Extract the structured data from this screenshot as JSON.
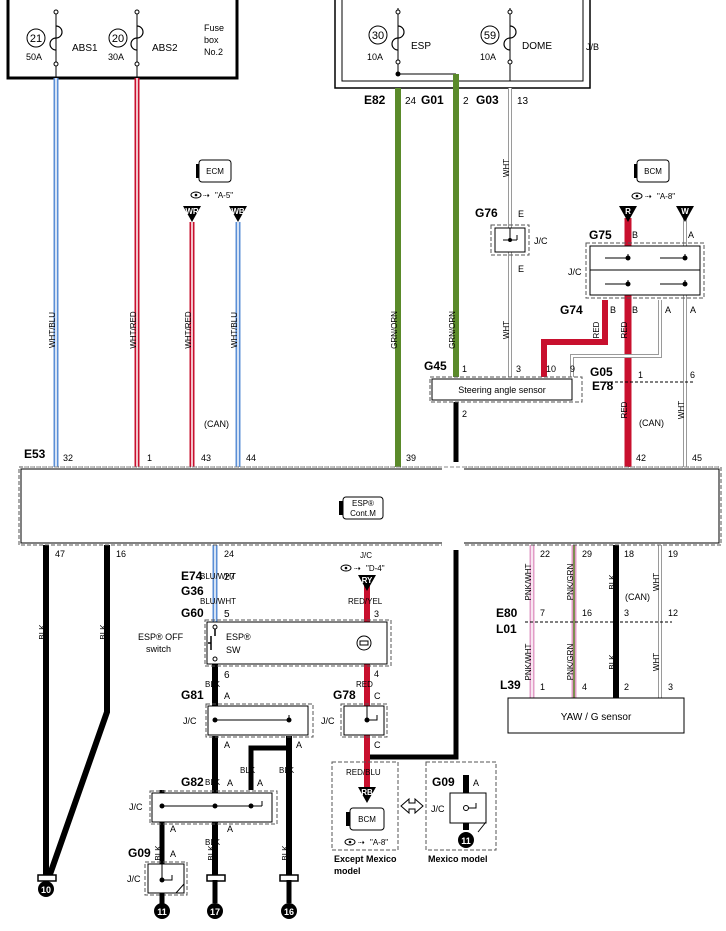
{
  "fuse_box_no2": {
    "label_lines": [
      "Fuse",
      "box",
      "No.2"
    ],
    "fuses": [
      {
        "num": "21",
        "amp": "50A",
        "name": "ABS1"
      },
      {
        "num": "20",
        "amp": "30A",
        "name": "ABS2"
      }
    ]
  },
  "jb": {
    "label": "J/B",
    "fuses": [
      {
        "num": "30",
        "amp": "10A",
        "name": "ESP"
      },
      {
        "num": "59",
        "amp": "10A",
        "name": "DOME"
      }
    ]
  },
  "connectors": {
    "e82": "E82",
    "e82_pin": "24",
    "g01": "G01",
    "g01_pin": "2",
    "g03": "G03",
    "g03_pin": "13",
    "g76": "G76",
    "g76_pin": "E",
    "g75": "G75",
    "g74": "G74",
    "g45": "G45",
    "g05": "G05",
    "e78": "E78",
    "e53": "E53",
    "e74": "E74",
    "g36": "G36",
    "g60": "G60",
    "g81": "G81",
    "g78": "G78",
    "g82": "G82",
    "g09": "G09",
    "e80": "E80",
    "l01": "L01",
    "l39": "L39"
  },
  "pins": {
    "e53_top": [
      "32",
      "1",
      "43",
      "44",
      "39",
      "42",
      "45"
    ],
    "e53_bottom": [
      "47",
      "16",
      "24",
      "22",
      "29",
      "18",
      "19"
    ],
    "e74": "27",
    "g60_in": "5",
    "g60_out": "6",
    "g45": [
      "1",
      "3",
      "10",
      "9",
      "2"
    ],
    "g05": [
      "1",
      "6"
    ],
    "g75": [
      "B",
      "A"
    ],
    "g74": [
      "B",
      "B",
      "A",
      "A"
    ],
    "esp_sw_in": "3",
    "esp_sw_out": "4",
    "g81": "A",
    "g78": "C",
    "g82": "A",
    "g09": "A",
    "e80": [
      "7",
      "16",
      "3",
      "12"
    ],
    "l39": [
      "1",
      "4",
      "2",
      "3"
    ]
  },
  "wire_labels": {
    "wht_blu": "WHT/BLU",
    "wht_red": "WHT/RED",
    "grn_orn": "GRN/ORN",
    "wht": "WHT",
    "red": "RED",
    "blk": "BLK",
    "blu_wht": "BLU/WHT",
    "red_yel": "RED/YEL",
    "red_blu": "RED/BLU",
    "pnk_wht": "PNK/WHT",
    "pnk_grn": "PNK/GRN"
  },
  "can_label": "(CAN)",
  "jc_label": "J/C",
  "ecm": {
    "name": "ECM",
    "ref": "\"A-5\"",
    "pin_wr": "WR",
    "pin_wb": "WB"
  },
  "bcm_top": {
    "name": "BCM",
    "ref": "\"A-8\"",
    "pin_r": "R",
    "pin_w": "W"
  },
  "jc_d4": {
    "label": "J/C",
    "ref": "\"D-4\"",
    "pin": "RY"
  },
  "bcm_bottom": {
    "name": "BCM",
    "ref": "\"A-8\"",
    "pin": "RB"
  },
  "steering_angle_sensor": "Steering angle sensor",
  "esp_control_module": [
    "ESP®",
    "Cont.M"
  ],
  "esp_off_switch": {
    "side_label": [
      "ESP® OFF",
      "switch"
    ],
    "name": [
      "ESP®",
      "SW"
    ]
  },
  "yaw_g_sensor": "YAW / G sensor",
  "grounds": [
    "10",
    "11",
    "17",
    "16",
    "11"
  ],
  "variant_labels": {
    "except_mexico": [
      "Except Mexico",
      "model"
    ],
    "mexico": "Mexico model"
  },
  "colors": {
    "blue": "#5b8fd6",
    "red": "#c8102e",
    "green": "#5a8a2a",
    "pink": "#e29cc7",
    "black": "#000000",
    "white_line": "#9a9a9a"
  }
}
